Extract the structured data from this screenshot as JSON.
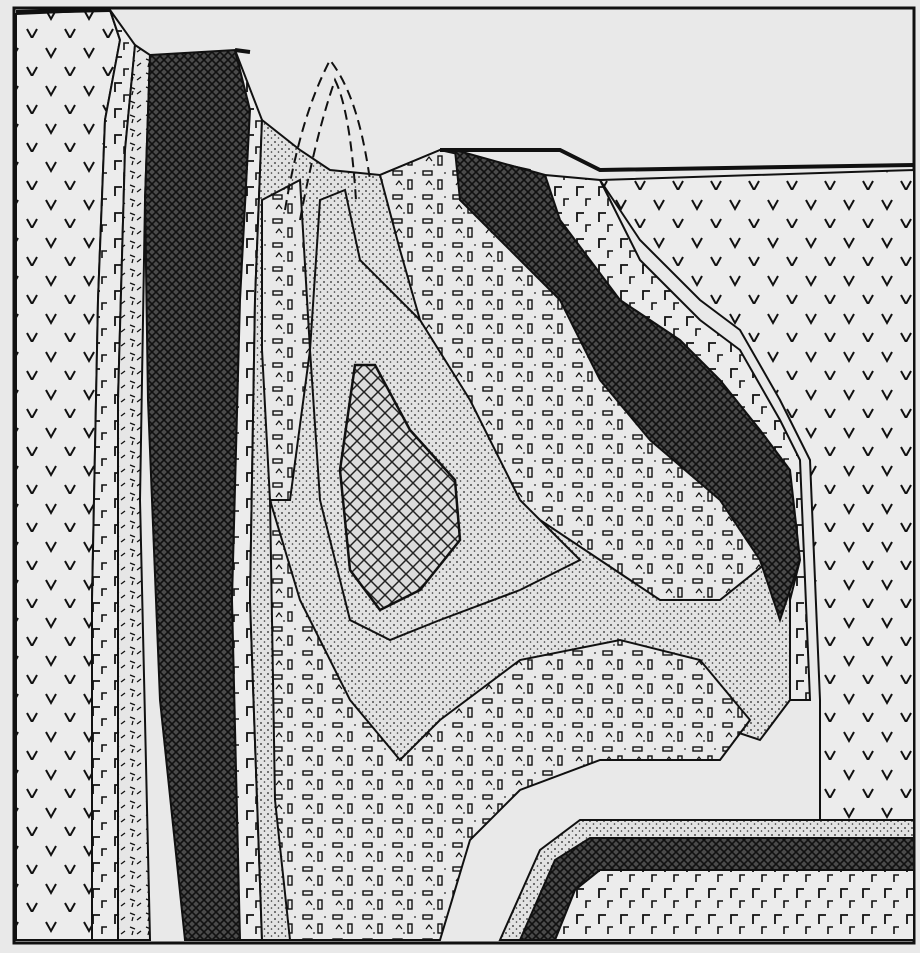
{
  "figure": {
    "kind": "geological cross-section",
    "description_hidden": false,
    "colors": {
      "ink": "#151515",
      "paper": "#e8e8e8",
      "dark_fill": "#3a3a3a"
    },
    "layers": [
      {
        "id": "host-rock-left",
        "pattern": "v-marks"
      },
      {
        "id": "gabbro-band",
        "pattern": "gamma-marks"
      },
      {
        "id": "crosshatch-band",
        "pattern": "crosshatch-dark"
      },
      {
        "id": "dash-band",
        "pattern": "short-dashes"
      },
      {
        "id": "dot-zone",
        "pattern": "dots"
      },
      {
        "id": "rect-zone",
        "pattern": "small-rectangles-arrows"
      },
      {
        "id": "core",
        "pattern": "crosshatch-light"
      },
      {
        "id": "host-rock-right",
        "pattern": "v-marks"
      }
    ]
  }
}
